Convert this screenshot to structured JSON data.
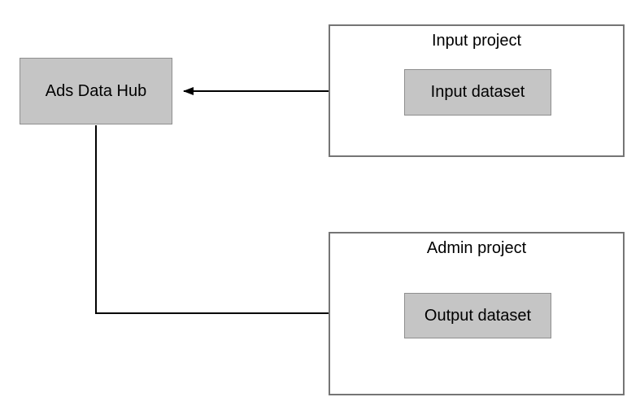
{
  "diagram": {
    "nodes": {
      "ads_data_hub": {
        "label": "Ads Data Hub"
      },
      "input_dataset": {
        "label": "Input dataset"
      },
      "output_dataset": {
        "label": "Output dataset"
      }
    },
    "groups": {
      "input_project": {
        "title": "Input project"
      },
      "admin_project": {
        "title": "Admin project"
      }
    },
    "edges": [
      {
        "from": "input_dataset",
        "to": "ads_data_hub",
        "style": "straight-arrow-left"
      },
      {
        "from": "ads_data_hub",
        "to": "output_dataset",
        "style": "elbow-arrow-right"
      }
    ],
    "colors": {
      "background": "#ffffff",
      "node_fill": "#c5c5c5",
      "node_border": "#8f8f8f",
      "group_border": "#757575",
      "arrow": "#000000",
      "text": "#000000"
    }
  }
}
